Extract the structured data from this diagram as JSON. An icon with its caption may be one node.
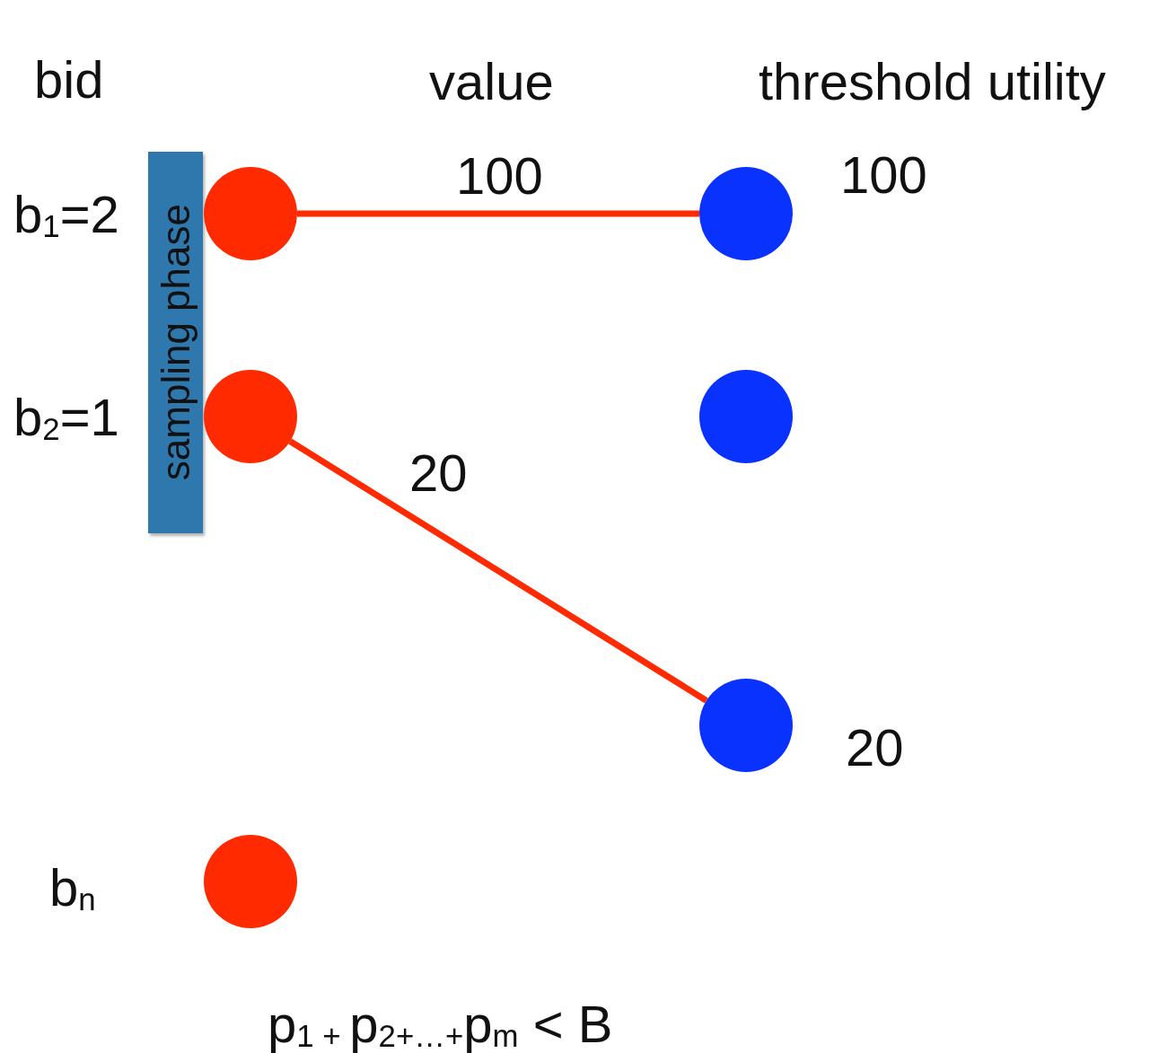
{
  "diagram": {
    "nodes": [
      {
        "text": [
          "sampling phase"
        ]
      },
      {
        "text": [],
        "shape": "circle"
      },
      {
        "text": [],
        "shape": "circle",
        "beside": [
          "100"
        ]
      },
      {
        "text": [],
        "shape": "circle"
      },
      {
        "text": [],
        "shape": "circle"
      },
      {
        "text": [],
        "shape": "circle",
        "beside": [
          "20"
        ]
      },
      {
        "text": [],
        "shape": "circle",
        "beside": [
          "b$_{n}$"
        ]
      }
    ],
    "edges": [
      {
        "from": 1,
        "to": 2,
        "arrow": "none",
        "label": "100"
      },
      {
        "from": 3,
        "to": 5,
        "arrow": "none",
        "label": "20"
      }
    ],
    "labels": [
      "bid",
      "value",
      "threshold utility",
      "b$_{1}$=2",
      "b$_{2}$=1",
      "p$_{1 + }$p$_{2+…+}$p$_{m}$ < B"
    ]
  }
}
